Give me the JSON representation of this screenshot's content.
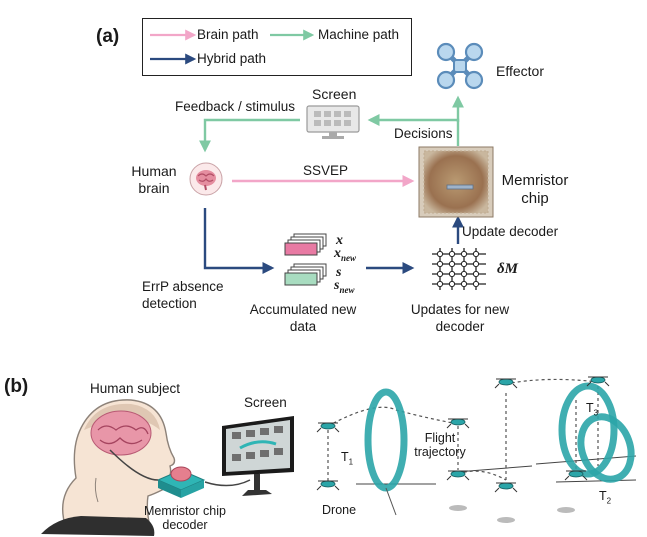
{
  "panel_a": {
    "label": "(a)",
    "legend": {
      "brain_path": "Brain path",
      "machine_path": "Machine path",
      "hybrid_path": "Hybrid path"
    },
    "nodes": {
      "screen": "Screen",
      "feedback": "Feedback / stimulus",
      "human_brain_1": "Human",
      "human_brain_2": "brain",
      "ssvep": "SSVEP",
      "memristor_1": "Memristor",
      "memristor_2": "chip",
      "decisions": "Decisions",
      "effector": "Effector",
      "update_decoder": "Update decoder",
      "errp_1": "ErrP absence",
      "errp_2": "detection",
      "accum_1": "Accumulated new",
      "accum_2": "data",
      "updates_1": "Updates for new",
      "updates_2": "decoder",
      "var_x": "x",
      "var_xnew_base": "x",
      "var_xnew_sub": "new",
      "var_s": "s",
      "var_snew_base": "s",
      "var_snew_sub": "new",
      "delta_m": "δM"
    },
    "colors": {
      "brain": "#f2a6c8",
      "machine": "#7fc9a3",
      "hybrid": "#2b4a7f"
    }
  },
  "panel_b": {
    "label": "(b)",
    "human_subject": "Human subject",
    "screen": "Screen",
    "memristor_decoder_1": "Memristor chip",
    "memristor_decoder_2": "decoder",
    "flight_1": "Flight",
    "flight_2": "trajectory",
    "drone": "Drone",
    "t1_base": "T",
    "t1_sub": "1",
    "t2_base": "T",
    "t2_sub": "2",
    "t3_base": "T",
    "t3_sub": "3"
  }
}
